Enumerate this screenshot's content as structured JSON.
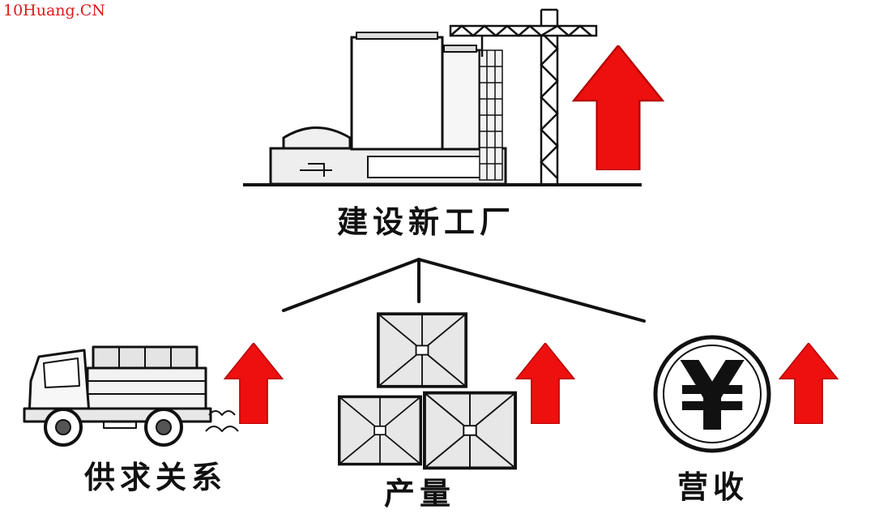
{
  "watermark": "10Huang.CN",
  "labels": {
    "factory": "建设新工厂",
    "supply_demand": "供求关系",
    "output": "产量",
    "revenue": "营收"
  },
  "icons": {
    "factory": "factory-with-crane-icon",
    "truck": "truck-icon",
    "boxes": "stacked-boxes-icon",
    "coin": "yuan-coin-icon",
    "arrow": "up-arrow-icon"
  },
  "coin_symbol": "¥",
  "colors": {
    "arrow": "#ee0f0f",
    "ink": "#111111",
    "watermark": "#e01818"
  }
}
